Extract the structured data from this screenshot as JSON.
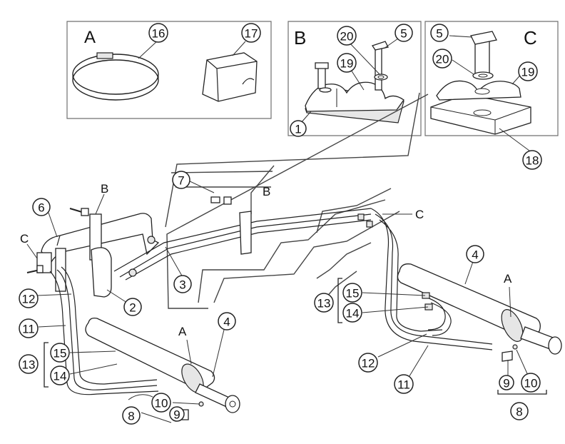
{
  "panels": {
    "A": {
      "letter": "A",
      "parts": [
        "16",
        "17"
      ]
    },
    "B": {
      "letter": "B",
      "parts": [
        "20",
        "5",
        "19",
        "1"
      ]
    },
    "C": {
      "letter": "C",
      "parts": [
        "5",
        "20",
        "19",
        "18"
      ]
    }
  },
  "left_assembly": {
    "labels": {
      "B": "B",
      "C": "C",
      "A": "A"
    },
    "callouts": [
      "6",
      "7",
      "3",
      "2",
      "12",
      "11",
      "13",
      "15",
      "14",
      "4",
      "10",
      "9",
      "8"
    ]
  },
  "right_assembly": {
    "labels": {
      "B": "B",
      "C": "C",
      "A": "A"
    },
    "callouts": [
      "4",
      "13",
      "15",
      "14",
      "12",
      "11",
      "9",
      "10",
      "8"
    ]
  }
}
